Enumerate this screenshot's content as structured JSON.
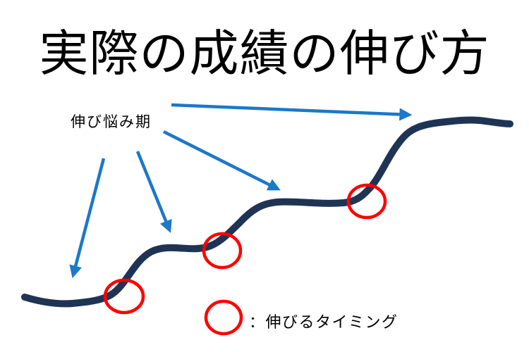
{
  "slide": {
    "title": "実際の成績の伸び方",
    "plateau_label": "伸び悩み期",
    "legend_label": "：伸びるタイミング",
    "legend_meaning": "伸びるタイミング"
  },
  "colors": {
    "background": "#FFFFFF",
    "text": "#000000",
    "curve": "#1F3454",
    "arrow": "#1C78C8",
    "circle": "#FF0000"
  }
}
